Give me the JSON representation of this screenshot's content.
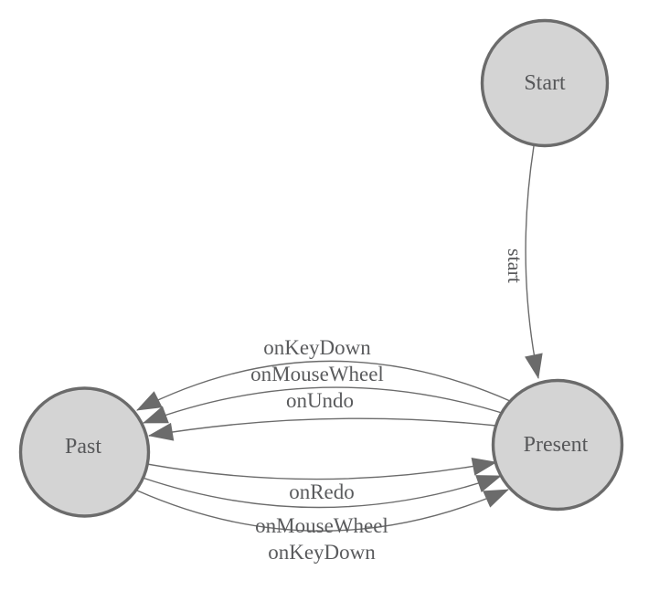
{
  "diagram": {
    "kind": "state-transition-diagram",
    "background_color": "#ffffff",
    "colors": {
      "node_fill": "#d4d4d4",
      "node_border": "#6b6b6b",
      "edge_stroke": "#6b6b6b",
      "arrowhead_fill": "#6b6b6b",
      "label_text": "#5a5b5d"
    },
    "nodes": [
      {
        "id": "start",
        "label": "Start"
      },
      {
        "id": "present",
        "label": "Present"
      },
      {
        "id": "past",
        "label": "Past"
      }
    ],
    "edges": [
      {
        "from": "Start",
        "to": "Present",
        "label": "start"
      },
      {
        "from": "Present",
        "to": "Past",
        "label": "onKeyDown"
      },
      {
        "from": "Present",
        "to": "Past",
        "label": "onMouseWheel"
      },
      {
        "from": "Present",
        "to": "Past",
        "label": "onUndo"
      },
      {
        "from": "Past",
        "to": "Present",
        "label": "onRedo"
      },
      {
        "from": "Past",
        "to": "Present",
        "label": "onMouseWheel"
      },
      {
        "from": "Past",
        "to": "Present",
        "label": "onKeyDown"
      }
    ]
  }
}
